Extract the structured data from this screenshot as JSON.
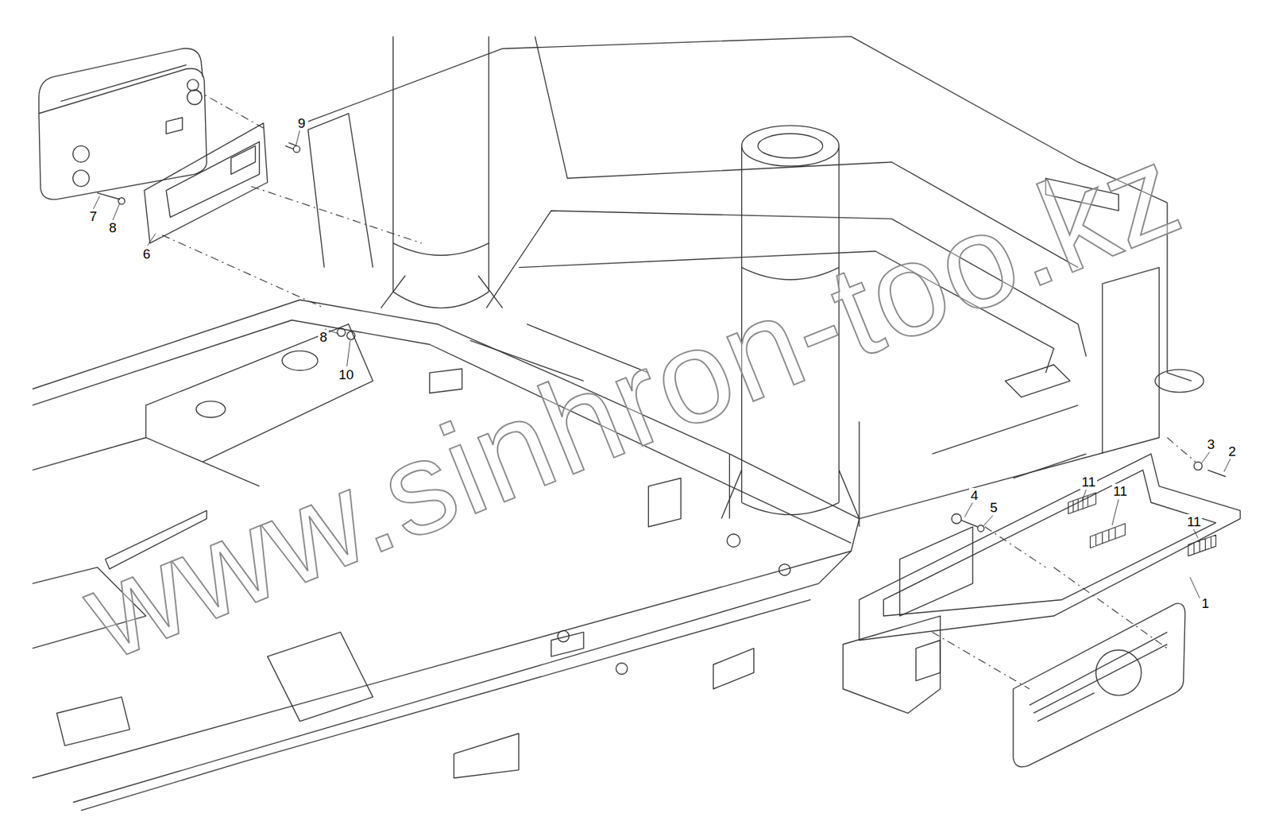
{
  "diagram": {
    "labels": [
      "9",
      "7",
      "8",
      "6",
      "8",
      "10",
      "3",
      "2",
      "11",
      "11",
      "11",
      "4",
      "5",
      "1",
      "www.sinhron-too.kz"
    ]
  }
}
